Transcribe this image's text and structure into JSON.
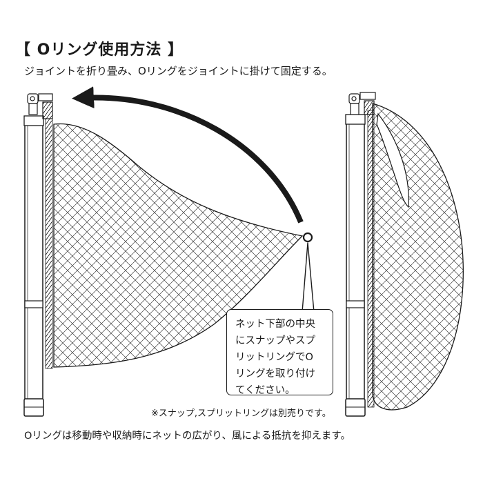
{
  "heading": {
    "title": "【 Oリング使用方法 】",
    "instruction": "ジョイントを折り畳み、Oリングをジョイントに掛けて固定する。"
  },
  "callout": {
    "lines": [
      "ネット下部の中央",
      "にスナップやスプ",
      "リットリングでO",
      "リングを取り付け",
      "てください。"
    ]
  },
  "footnote": "※スナップ,スプリットリングは別売りです。",
  "bottom_note": "Oリングは移動時や収納時にネットの広がり、風による抵抗を抑えます。",
  "colors": {
    "ink": "#1a1a1a",
    "net": "#3a3a3a",
    "background": "#ffffff"
  }
}
